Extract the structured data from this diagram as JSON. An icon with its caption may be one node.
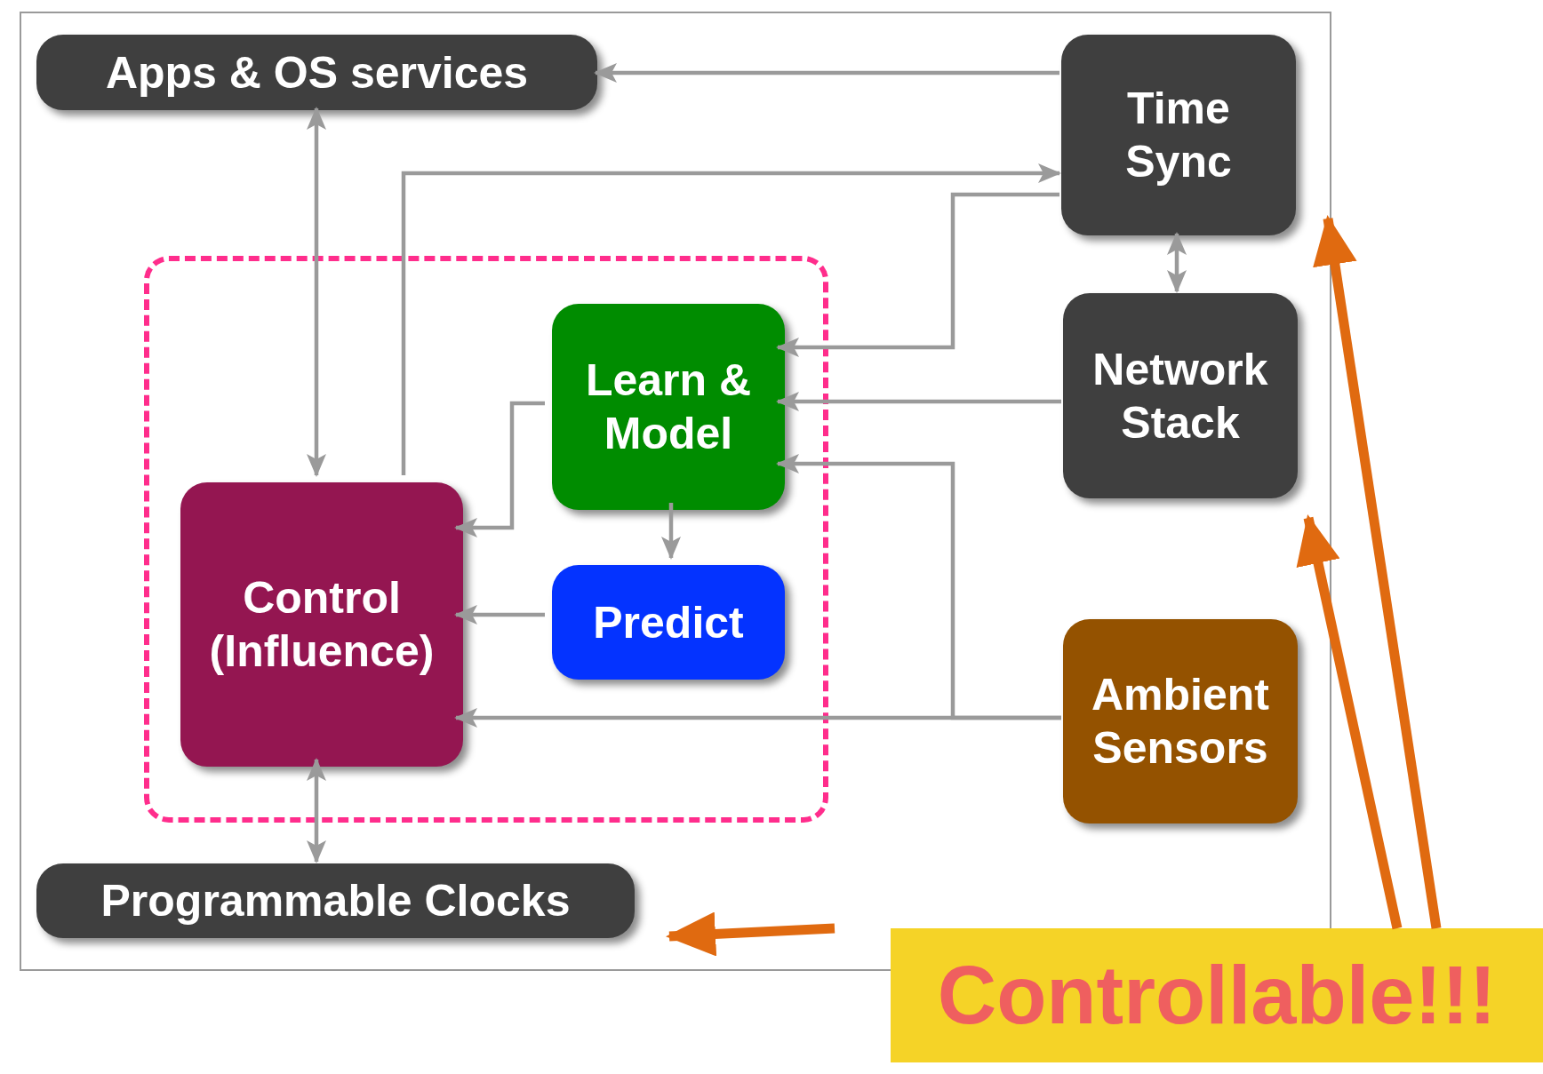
{
  "diagram": {
    "nodes": [
      {
        "text": [],
        "shape": "box"
      },
      {
        "text": [
          "Apps & OS services"
        ],
        "in": 0
      },
      {
        "text": [
          "Time Sync"
        ],
        "in": 0
      },
      {
        "text": [],
        "shape": "box",
        "in": 0
      },
      {
        "text": [
          "Learn & Model"
        ],
        "in": 3
      },
      {
        "text": [
          "Control (Influence)"
        ],
        "in": 3
      },
      {
        "text": [
          "Predict"
        ],
        "in": 3
      },
      {
        "text": [
          "Network Stack"
        ],
        "in": 0
      },
      {
        "text": [
          "Ambient Sensors"
        ],
        "in": 0
      },
      {
        "text": [
          "Programmable Clocks"
        ],
        "in": 0
      },
      {
        "text": [
          "Controllable!!!"
        ]
      }
    ],
    "edges": [
      {
        "from": 2,
        "to": 1,
        "arrow": "to"
      },
      {
        "from": 1,
        "to": 5,
        "arrow": "both"
      },
      {
        "from": 5,
        "to": 2,
        "arrow": "to"
      },
      {
        "from": 2,
        "to": 4,
        "arrow": "to"
      },
      {
        "from": 2,
        "to": 7,
        "arrow": "both"
      },
      {
        "from": 7,
        "to": 4,
        "arrow": "to"
      },
      {
        "from": 8,
        "to": 4,
        "arrow": "to"
      },
      {
        "from": 8,
        "to": 5,
        "arrow": "to"
      },
      {
        "from": 4,
        "to": 5,
        "arrow": "to"
      },
      {
        "from": 4,
        "to": 6,
        "arrow": "to"
      },
      {
        "from": 6,
        "to": 5,
        "arrow": "to"
      },
      {
        "from": 5,
        "to": 9,
        "arrow": "both"
      },
      {
        "from": 10,
        "to": 2,
        "arrow": "to",
        "style": "thick",
        "color": "#e06a10"
      },
      {
        "from": 10,
        "to": 7,
        "arrow": "to",
        "style": "thick",
        "color": "#e06a10"
      },
      {
        "from": 10,
        "to": 9,
        "arrow": "to",
        "style": "thick",
        "color": "#e06a10"
      }
    ]
  }
}
